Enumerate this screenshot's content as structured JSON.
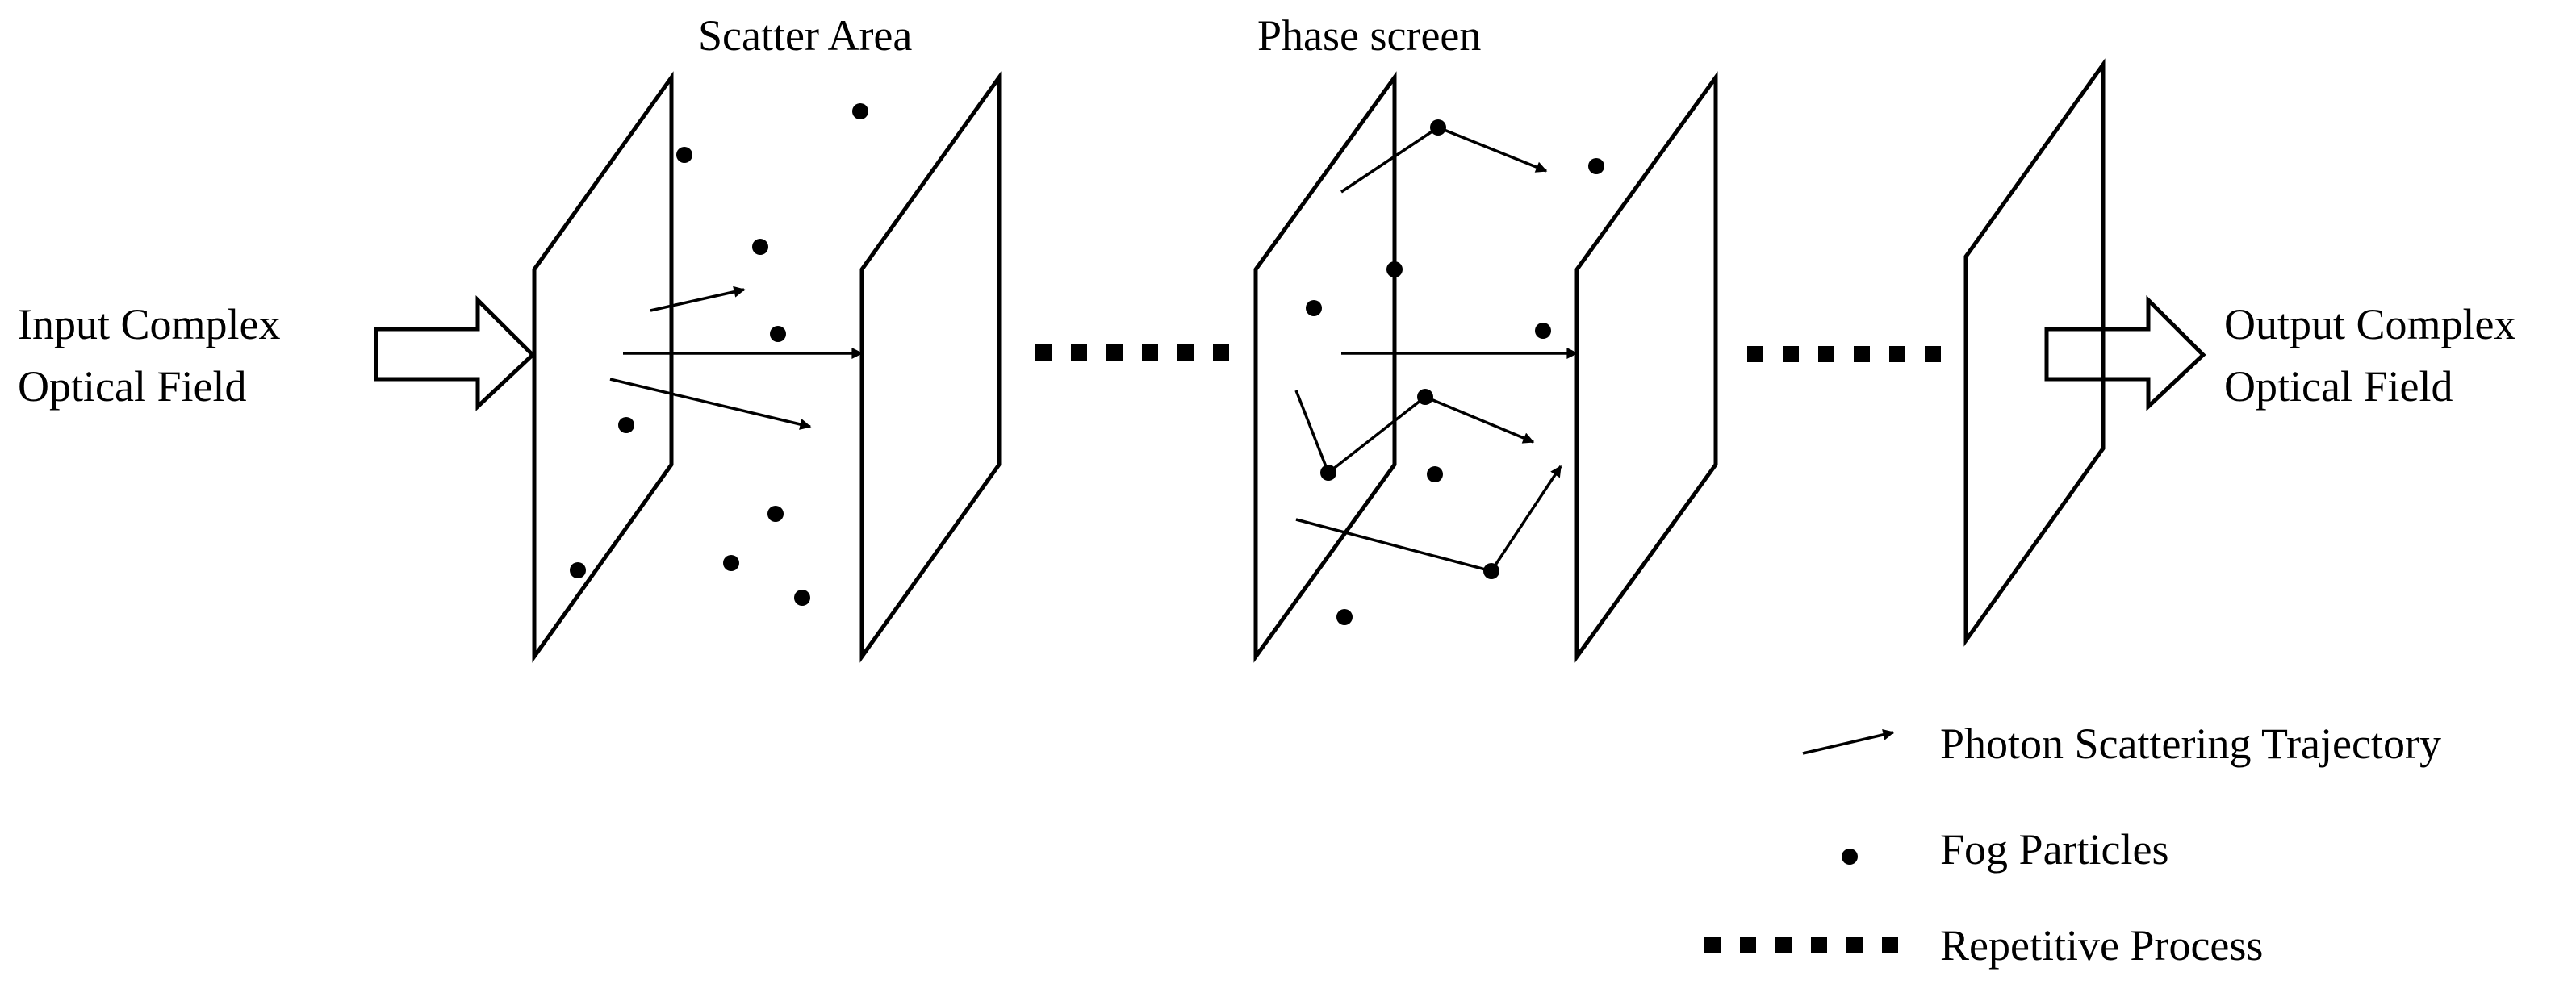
{
  "labels": {
    "scatter_area": "Scatter Area",
    "phase_screen": "Phase screen",
    "input_line1": "Input Complex",
    "input_line2": "Optical Field",
    "output_line1": "Output Complex",
    "output_line2": "Optical Field"
  },
  "legend": {
    "trajectory": "Photon Scattering Trajectory",
    "particles": "Fog Particles",
    "repetitive": "Repetitive Process"
  },
  "colors": {
    "stroke": "#000000",
    "background": "#ffffff"
  }
}
